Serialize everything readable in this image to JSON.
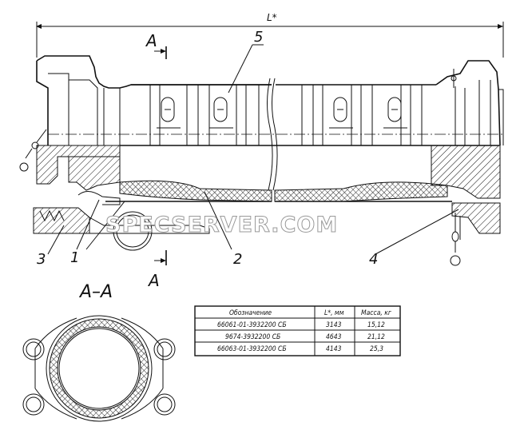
{
  "dimension_label": "L*",
  "section_mark": "A",
  "section_title": "A–A",
  "callouts": [
    "1",
    "2",
    "3",
    "4",
    "5"
  ],
  "watermark": "SPECSERVER.COM",
  "table": {
    "headers": [
      "Обозначение",
      "L*, мм",
      "Масса, кг"
    ],
    "rows": [
      [
        "66061-01-3932200 СБ",
        "3143",
        "15,12"
      ],
      [
        "9674-3932200 СБ",
        "4643",
        "21,12"
      ],
      [
        "66063-01-3932200 СБ",
        "4143",
        "25,3"
      ]
    ]
  }
}
